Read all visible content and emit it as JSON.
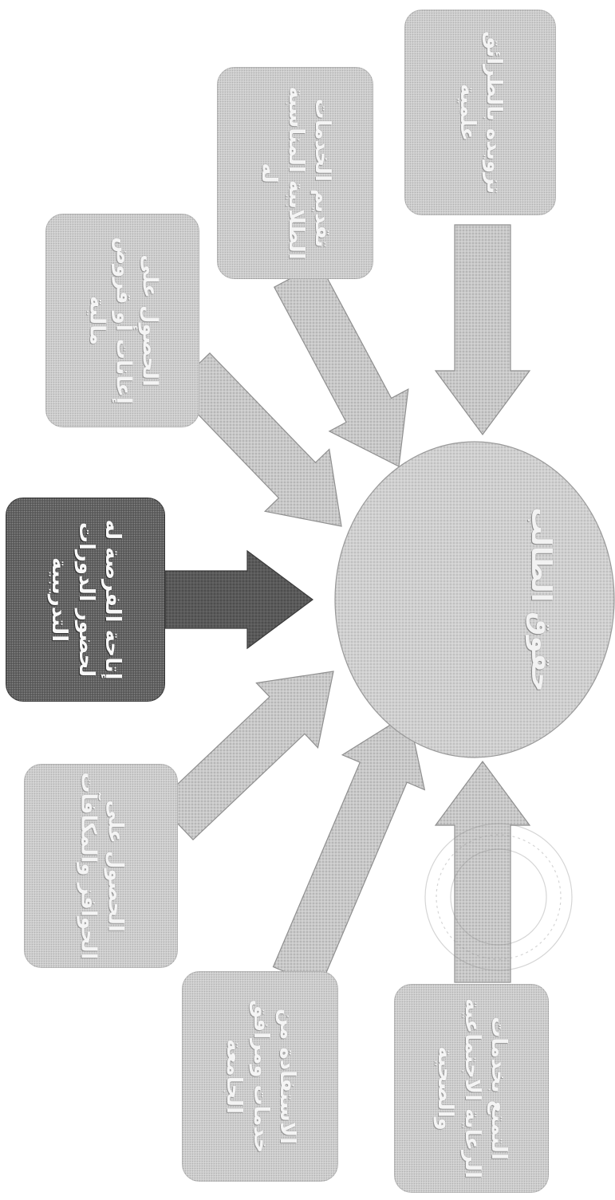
{
  "diagram": {
    "center": {
      "label": "حقوق الطالب"
    },
    "boxes": [
      {
        "id": "b1",
        "label": "تزويده بالطرائق علمية"
      },
      {
        "id": "b2",
        "label": "تقديم الخدمات الطلابية المناسبة له"
      },
      {
        "id": "b3",
        "label": "الحصول على إعانات أو قروض مالية"
      },
      {
        "id": "b4",
        "label": "إتاحة الفرصة له لحضور الدورات التدريبية"
      },
      {
        "id": "b5",
        "label": "الحصول على الحوافز والمكافآت"
      },
      {
        "id": "b6",
        "label": "الاستفادة من خدمات ومرافق الجامعة"
      },
      {
        "id": "b7",
        "label": "التمتع بخدمات الرعاية الاجتماعية والصحية"
      }
    ],
    "colors": {
      "box": "#cfcfcf",
      "box_dark": "#5e5e5e",
      "arrow": "#c8c8c8",
      "arrow_dark": "#5a5a5a",
      "circle": "#d0d0d0"
    }
  }
}
